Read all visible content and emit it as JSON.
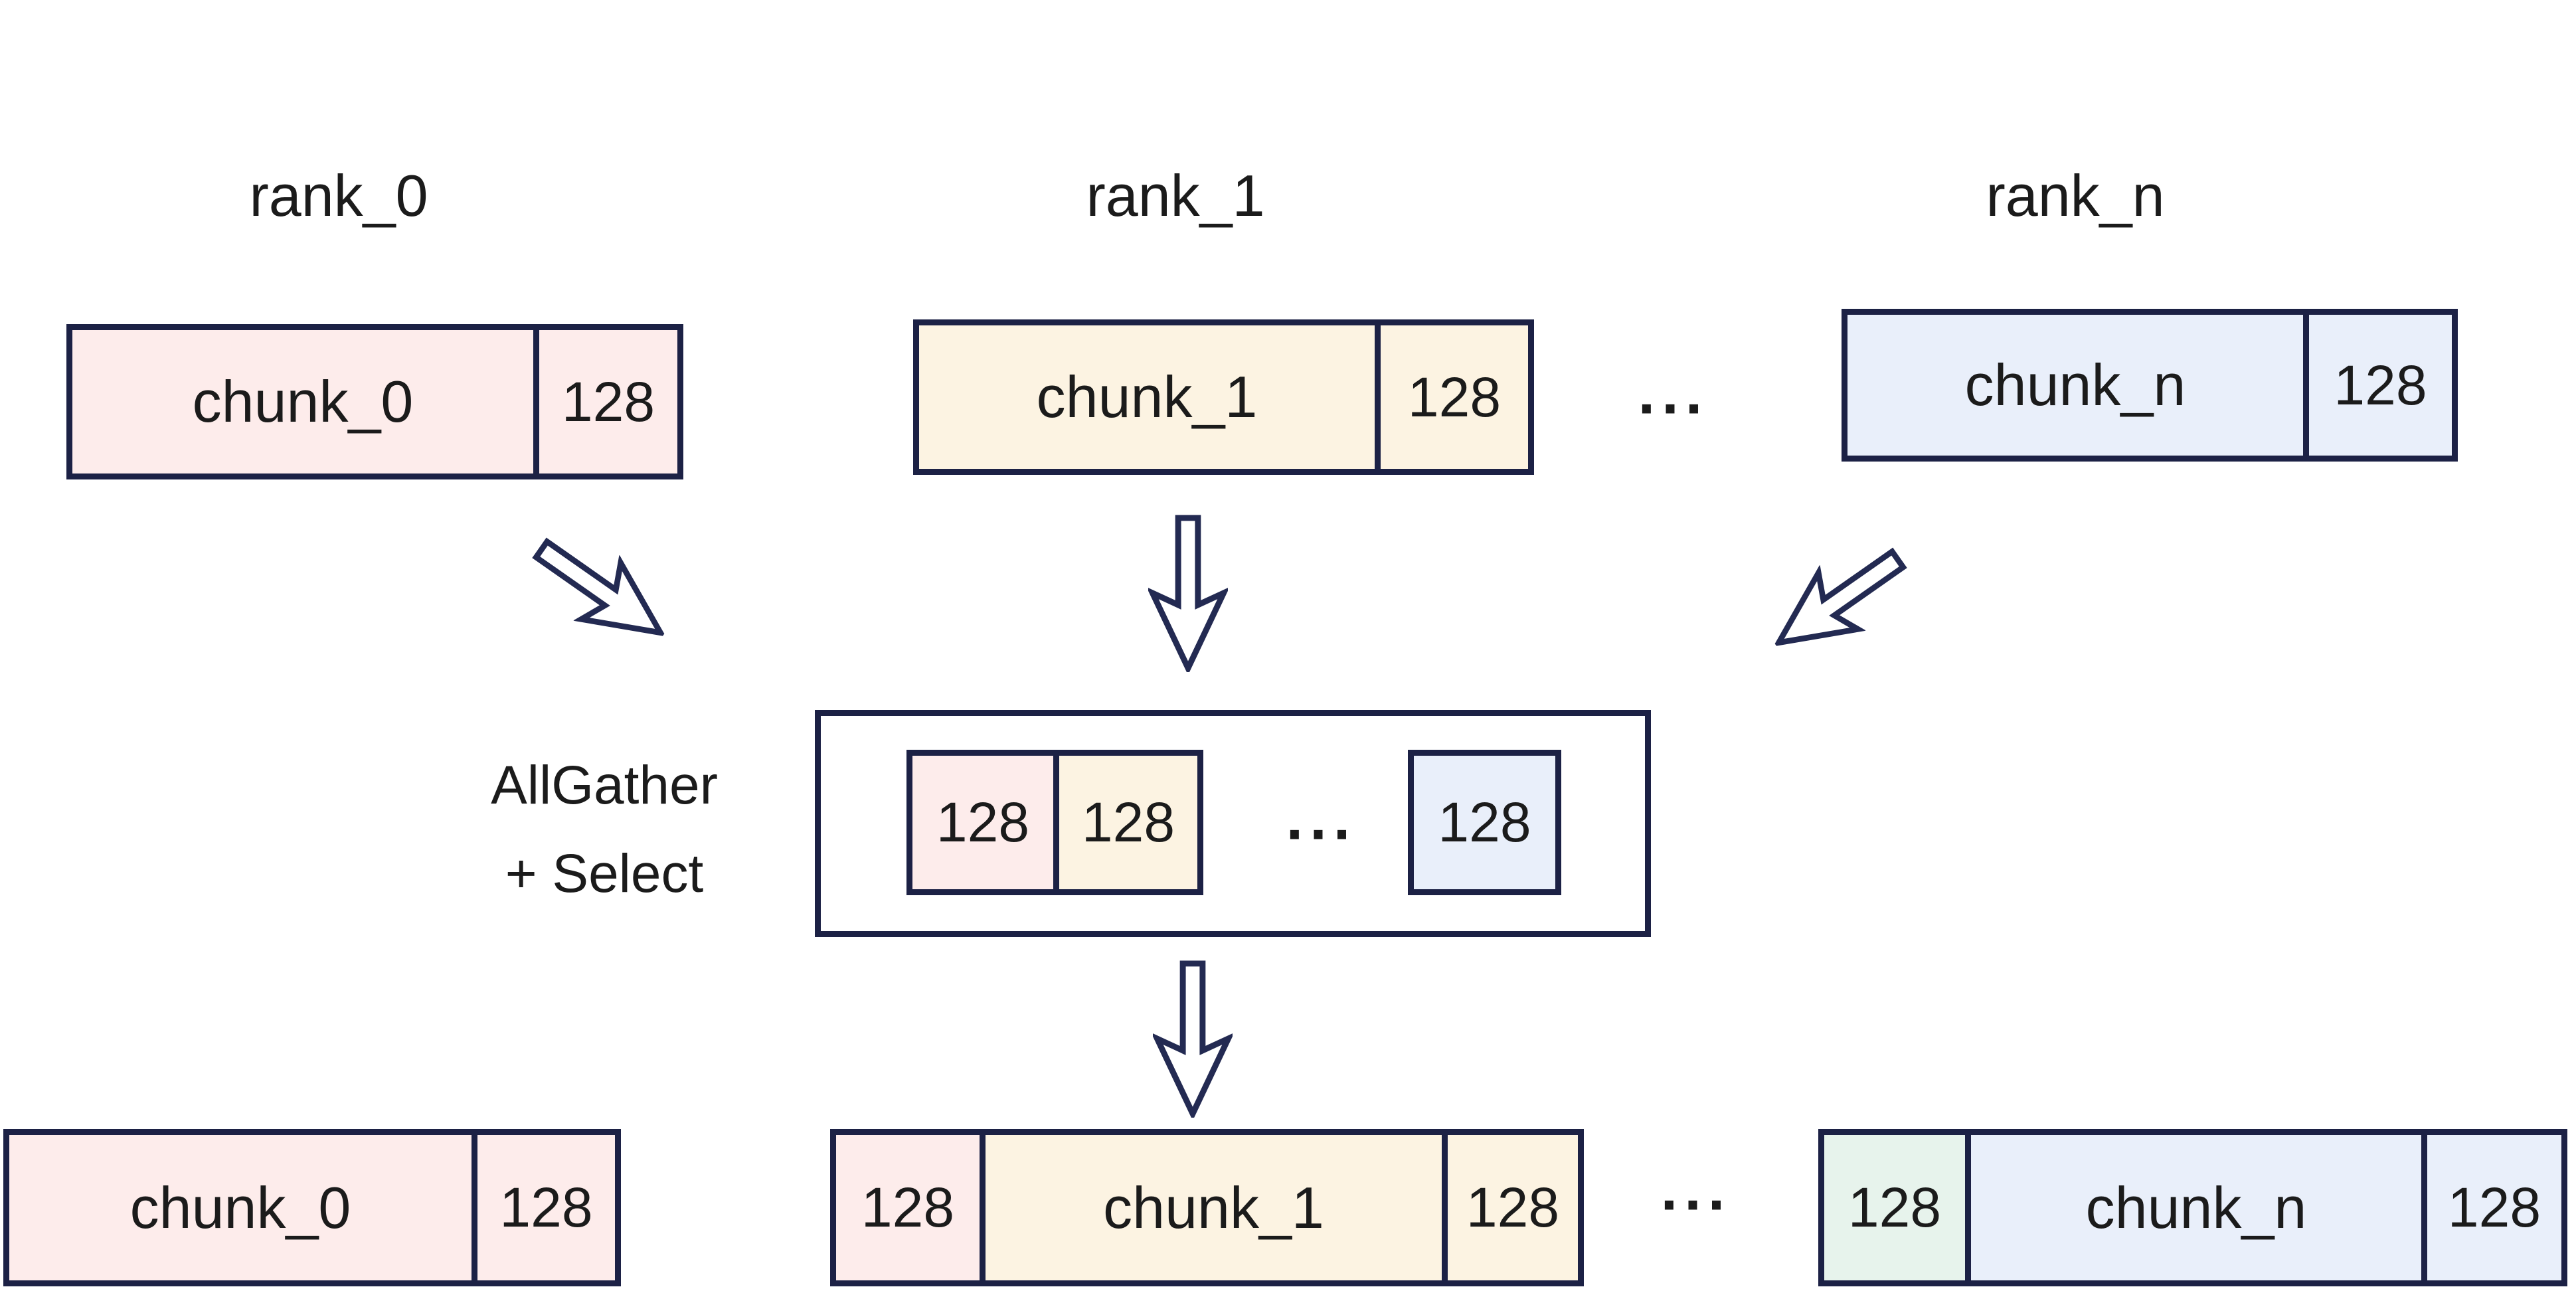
{
  "diagram_title": "AllGather + Select",
  "colors": {
    "chunk0_fill": "#fdeceb",
    "chunk1_fill": "#fcf3e2",
    "chunkn_fill": "#e9effa",
    "select_fill": "#e7f3ec",
    "border": "#1c2145",
    "text": "#1b1b1b"
  },
  "ranks": [
    {
      "label": "rank_0"
    },
    {
      "label": "rank_1"
    },
    {
      "label": "rank_n"
    }
  ],
  "top_row": {
    "boxes": [
      {
        "chunk": "chunk_0",
        "size": "128"
      },
      {
        "chunk": "chunk_1",
        "size": "128"
      },
      {
        "chunk": "chunk_n",
        "size": "128"
      }
    ],
    "ellipsis": "..."
  },
  "operation": {
    "line1": "AllGather",
    "line2": "+ Select"
  },
  "gather_box": {
    "cells": [
      "128",
      "128",
      "128"
    ],
    "ellipsis": "..."
  },
  "bottom_row": {
    "boxes": [
      {
        "cells": [
          {
            "label": "chunk_0"
          },
          {
            "label": "128"
          }
        ]
      },
      {
        "cells": [
          {
            "label": "128"
          },
          {
            "label": "chunk_1"
          },
          {
            "label": "128"
          }
        ]
      },
      {
        "cells": [
          {
            "label": "128"
          },
          {
            "label": "chunk_n"
          },
          {
            "label": "128"
          }
        ]
      }
    ],
    "ellipsis": "..."
  }
}
